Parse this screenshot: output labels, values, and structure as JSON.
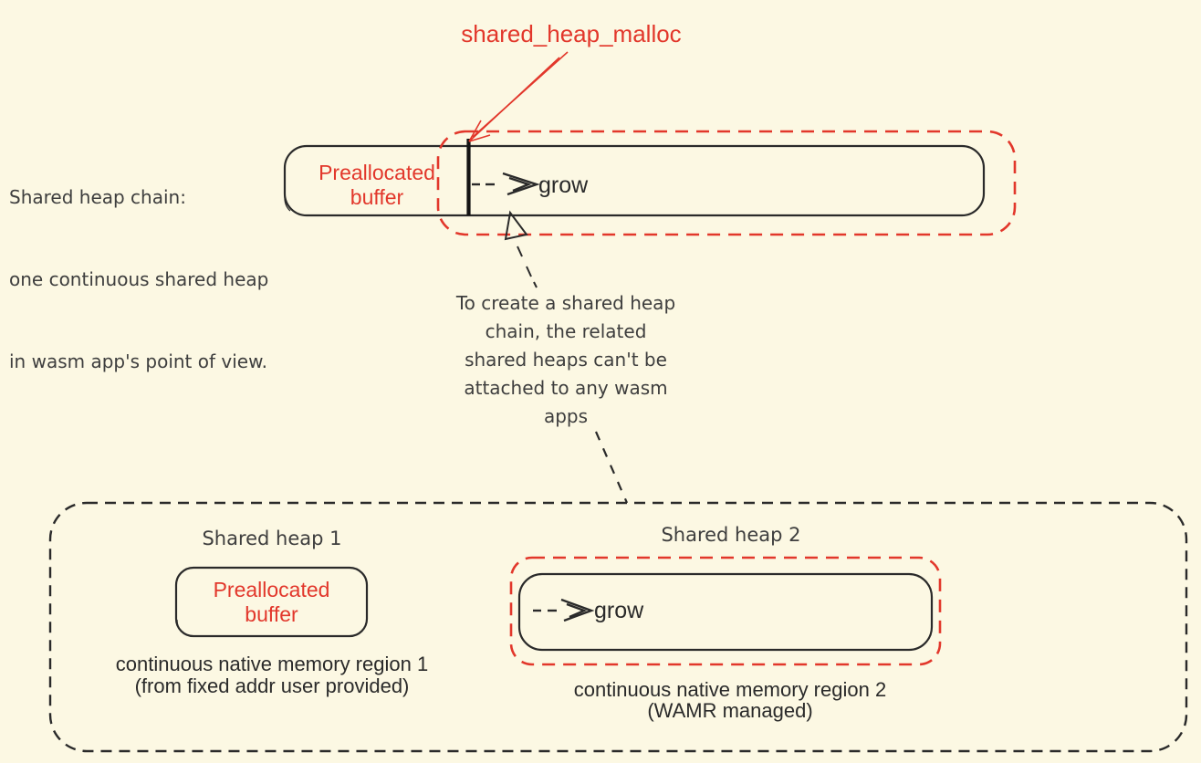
{
  "colors": {
    "background": "#fcf8e3",
    "accent_red": "#e2372b",
    "ink": "#2a2a2a",
    "note_text": "#3e3e3e"
  },
  "top": {
    "malloc_label": "shared_heap_malloc",
    "chain_note_lines": [
      "Shared heap chain:",
      "one continuous shared heap",
      "in wasm app's point of view."
    ],
    "bar": {
      "prealloc_line1": "Preallocated",
      "prealloc_line2": "buffer",
      "grow_label": "grow"
    }
  },
  "middle": {
    "note_lines": [
      "To create a shared heap",
      "chain, the related",
      "shared heaps can't be",
      "attached to any wasm",
      "apps"
    ]
  },
  "bottom": {
    "heap1": {
      "title": "Shared heap 1",
      "buffer_line1": "Preallocated",
      "buffer_line2": "buffer",
      "caption_line1": "continuous native memory region 1",
      "caption_line2": "(from fixed addr user provided)"
    },
    "heap2": {
      "title": "Shared heap 2",
      "grow_label": "grow",
      "caption_line1": "continuous native memory region 2",
      "caption_line2": "(WAMR managed)"
    }
  }
}
